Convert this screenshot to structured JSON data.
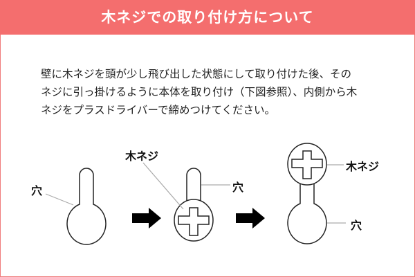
{
  "header": {
    "title": "木ネジでの取り付け方について"
  },
  "description": {
    "lines": [
      "壁に木ネジを頭が少し飛び出した状態にして取り付けた後、その",
      "ネジに引っ掛けるように本体を取り付け（下図参照）、内側から木",
      "ネジをプラスドライバーで締めつけてください。"
    ]
  },
  "diagram": {
    "labels": {
      "hole": "穴",
      "screw": "木ネジ"
    },
    "colors": {
      "accent": "#f46e6e",
      "leader": "#aaaaaa",
      "outline": "#222222"
    }
  }
}
